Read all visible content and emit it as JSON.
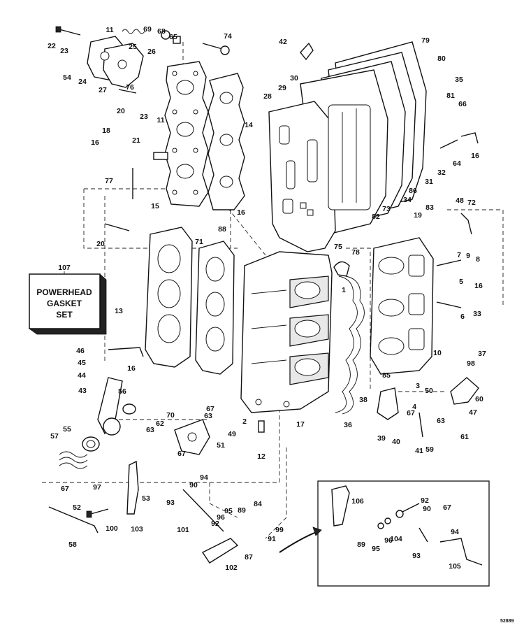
{
  "kit": {
    "number": "107",
    "lines": [
      "POWERHEAD",
      "GASKET",
      "SET"
    ]
  },
  "reference_code": "52889",
  "callouts": [
    "1",
    "2",
    "3",
    "4",
    "5",
    "6",
    "7",
    "8",
    "9",
    "10",
    "11",
    "12",
    "13",
    "14",
    "15",
    "16",
    "17",
    "18",
    "19",
    "20",
    "21",
    "22",
    "23",
    "24",
    "25",
    "26",
    "27",
    "28",
    "29",
    "30",
    "31",
    "32",
    "33",
    "34",
    "35",
    "36",
    "37",
    "38",
    "39",
    "40",
    "41",
    "42",
    "43",
    "44",
    "45",
    "46",
    "47",
    "48",
    "49",
    "50",
    "51",
    "52",
    "53",
    "54",
    "55",
    "56",
    "57",
    "58",
    "59",
    "60",
    "61",
    "62",
    "63",
    "64",
    "65",
    "66",
    "67",
    "68",
    "69",
    "70",
    "71",
    "72",
    "73",
    "74",
    "75",
    "76",
    "77",
    "78",
    "79",
    "80",
    "81",
    "82",
    "83",
    "84",
    "85",
    "86",
    "87",
    "88",
    "89",
    "90",
    "91",
    "92",
    "93",
    "94",
    "95",
    "96",
    "97",
    "98",
    "99",
    "100",
    "101",
    "102",
    "103",
    "104",
    "105",
    "106"
  ]
}
